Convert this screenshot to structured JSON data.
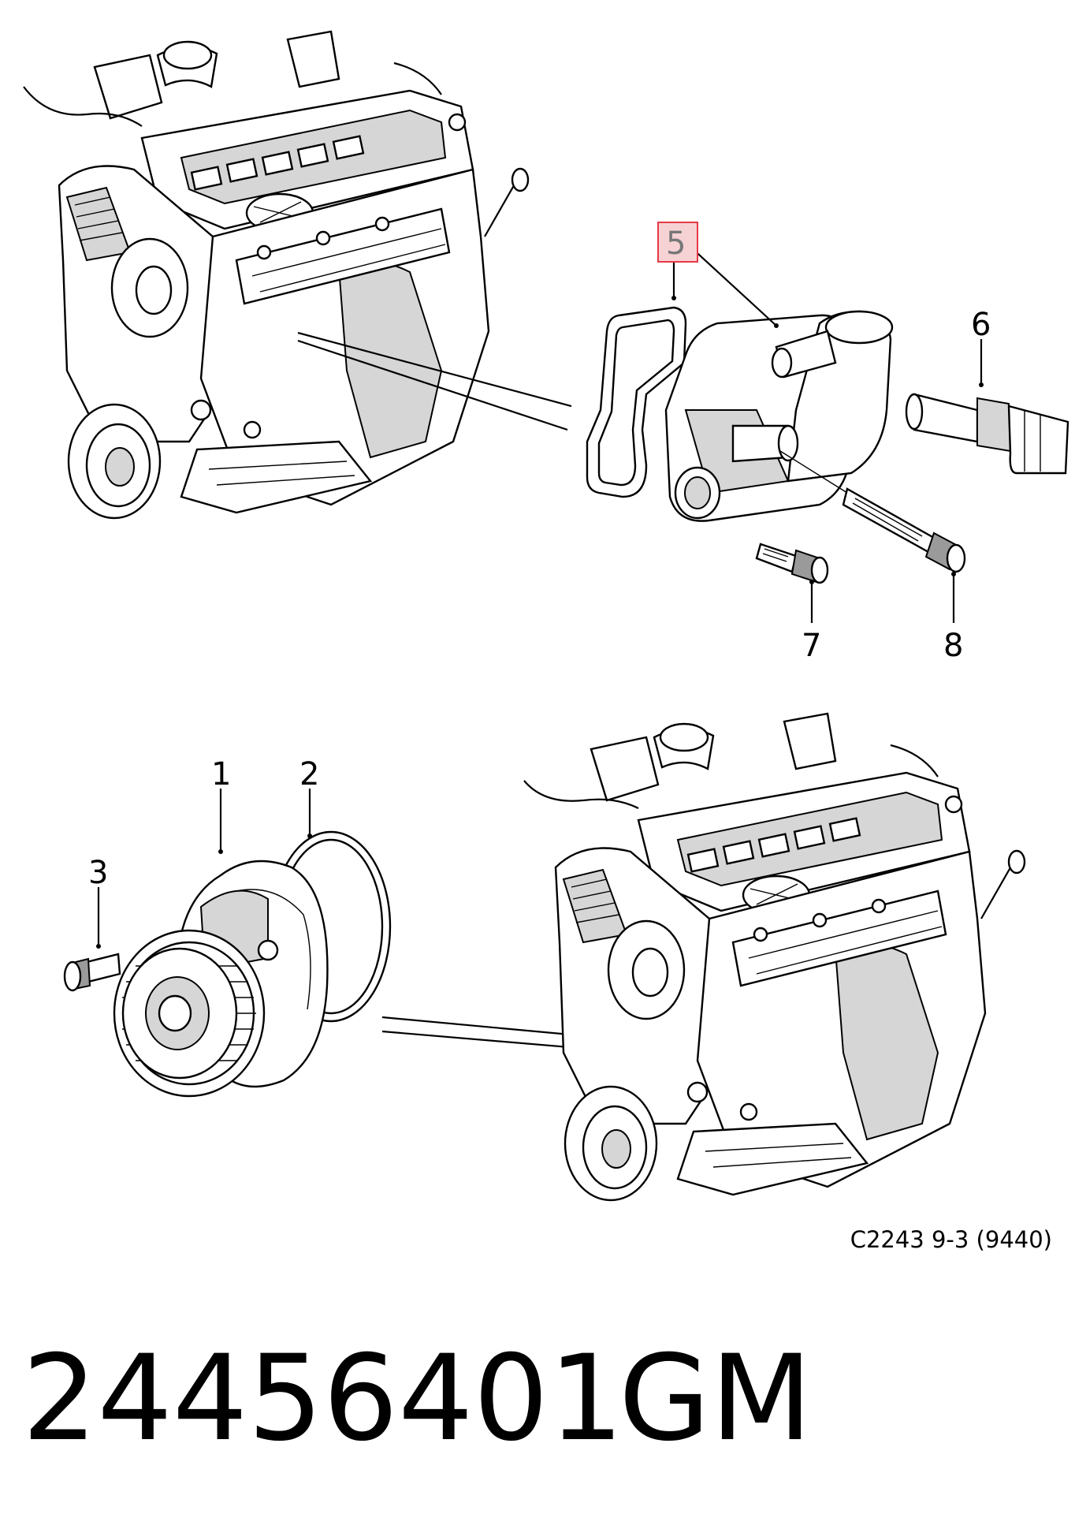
{
  "diagram": {
    "reference_code": "C2243 9-3 (9440)",
    "part_number": "24456401",
    "brand": "GM",
    "highlight_color": "#e63946",
    "callouts": [
      {
        "number": "1",
        "highlighted": false
      },
      {
        "number": "2",
        "highlighted": false
      },
      {
        "number": "3",
        "highlighted": false
      },
      {
        "number": "5",
        "highlighted": true
      },
      {
        "number": "6",
        "highlighted": false
      },
      {
        "number": "7",
        "highlighted": false
      },
      {
        "number": "8",
        "highlighted": false
      }
    ]
  }
}
